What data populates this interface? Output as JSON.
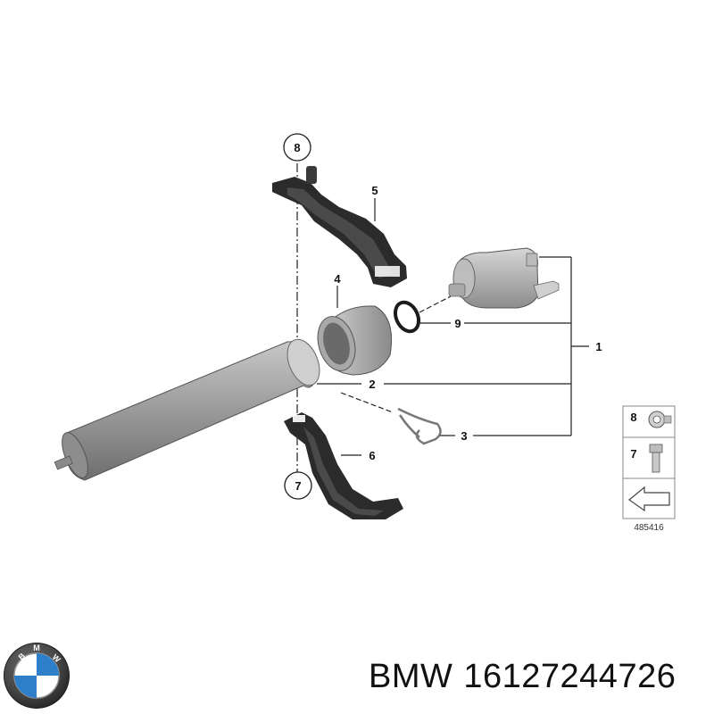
{
  "diagram": {
    "callouts": {
      "part_1": "1",
      "part_2": "2",
      "part_3": "3",
      "part_4": "4",
      "part_5": "5",
      "part_6": "6",
      "part_7_circle": "7",
      "part_8_circle": "8",
      "part_9": "9"
    },
    "legend": {
      "item_8": "8",
      "item_7": "7",
      "reference_number": "485416"
    }
  },
  "footer": {
    "brand": "BMW",
    "part_number": "16127244726",
    "logo_letters": "BMW"
  },
  "colors": {
    "filter_body": "#9a9a9a",
    "bracket": "#2b2b2b",
    "ring": "#b5b5b5",
    "lines": "#222222",
    "bmw_blue": "#2d7fc9"
  }
}
